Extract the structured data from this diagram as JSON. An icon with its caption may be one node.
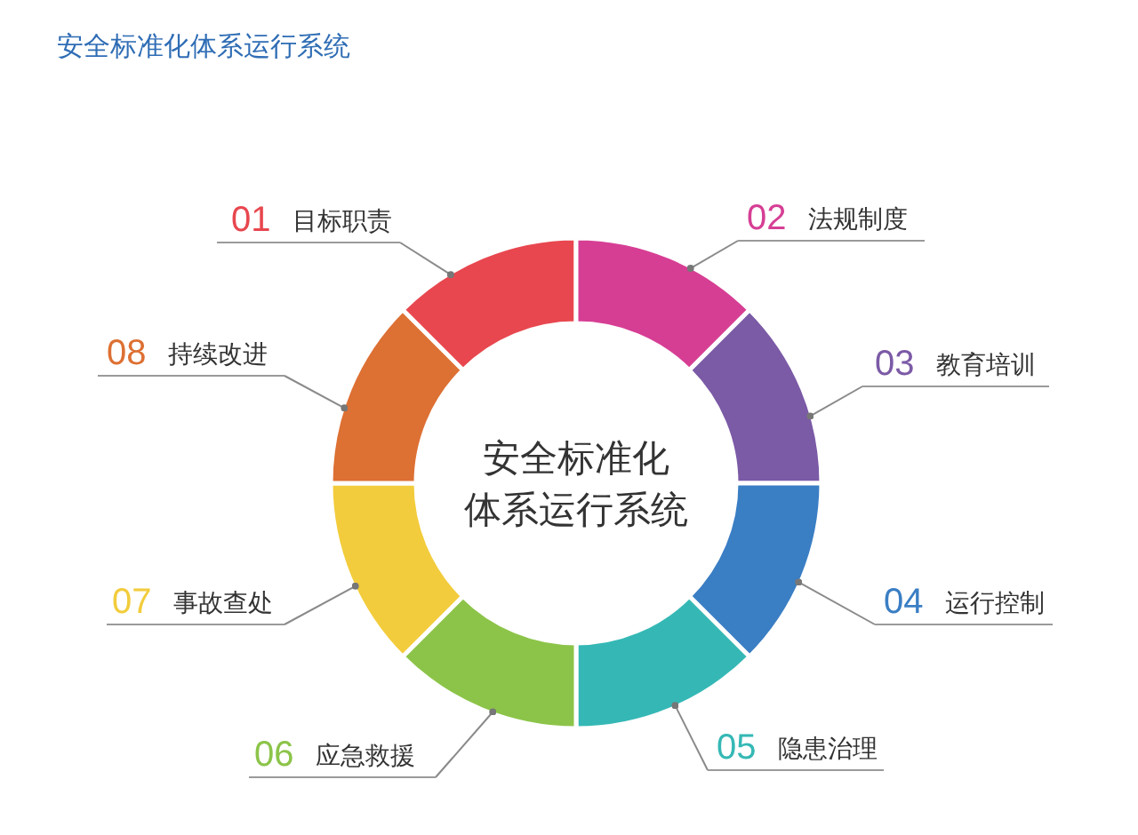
{
  "diagram": {
    "title": "安全标准化体系运行系统",
    "nodes": [
      {
        "text": [],
        "shape": "sector"
      },
      {
        "text": [],
        "shape": "sector"
      },
      {
        "text": [],
        "shape": "sector"
      },
      {
        "text": [],
        "shape": "sector"
      },
      {
        "text": [],
        "shape": "sector"
      },
      {
        "text": [],
        "shape": "sector"
      },
      {
        "text": [],
        "shape": "sector"
      },
      {
        "text": [],
        "shape": "sector"
      },
      {
        "text": [
          "01",
          "目标职责"
        ]
      },
      {
        "text": [
          "02",
          "法规制度"
        ]
      },
      {
        "text": [
          "03",
          "教育培训"
        ]
      },
      {
        "text": [
          "04",
          "运行控制"
        ]
      },
      {
        "text": [
          "05",
          "隐患治理"
        ]
      },
      {
        "text": [
          "06",
          "应急救援"
        ]
      },
      {
        "text": [
          "07",
          "事故查处"
        ]
      },
      {
        "text": [
          "08",
          "持续改进"
        ]
      }
    ],
    "edges": [
      {
        "from": 8,
        "to": 0,
        "arrow": "other"
      },
      {
        "from": 9,
        "to": 1,
        "arrow": "other"
      },
      {
        "from": 10,
        "to": 2,
        "arrow": "other"
      },
      {
        "from": 11,
        "to": 3,
        "arrow": "other"
      },
      {
        "from": 12,
        "to": 4,
        "arrow": "other"
      },
      {
        "from": 13,
        "to": 5,
        "arrow": "other"
      },
      {
        "from": 14,
        "to": 6,
        "arrow": "other"
      },
      {
        "from": 15,
        "to": 7,
        "arrow": "other"
      }
    ],
    "labels": [
      "安全标准化体系运行系统"
    ]
  }
}
